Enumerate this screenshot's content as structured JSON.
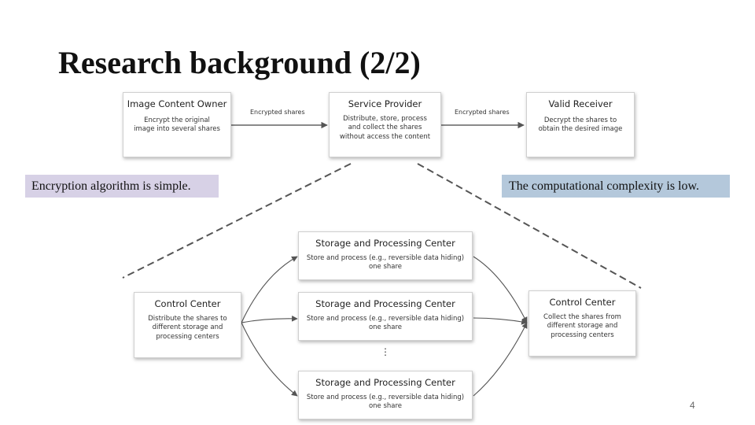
{
  "title": "Research background (2/2)",
  "top_flow": {
    "owner": {
      "title": "Image Content Owner",
      "desc": [
        "Encrypt the original",
        "image into several shares"
      ]
    },
    "provider": {
      "title": "Service Provider",
      "desc": [
        "Distribute, store, process",
        "and collect the shares",
        "without access the content"
      ]
    },
    "receiver": {
      "title": "Valid Receiver",
      "desc": [
        "Decrypt the shares to",
        "obtain the desired image"
      ]
    },
    "edge_label_1": "Encrypted shares",
    "edge_label_2": "Encrypted shares"
  },
  "notes": {
    "left": "Encryption algorithm is simple.",
    "right": "The computational complexity is low."
  },
  "detail": {
    "control_left": {
      "title": "Control Center",
      "desc": [
        "Distribute the shares to",
        "different storage and",
        "processing centers"
      ]
    },
    "control_right": {
      "title": "Control Center",
      "desc": [
        "Collect the shares from",
        "different storage and",
        "processing centers"
      ]
    },
    "centers": [
      {
        "title": "Storage and Processing Center",
        "desc": [
          "Store and process (e.g., reversible data hiding)",
          "one share"
        ]
      },
      {
        "title": "Storage and Processing Center",
        "desc": [
          "Store and process (e.g., reversible data hiding)",
          "one share"
        ]
      },
      {
        "title": "Storage and Processing Center",
        "desc": [
          "Store and process (e.g., reversible data hiding)",
          "one share"
        ]
      }
    ],
    "ellipsis": "⋮"
  },
  "page_number": "4"
}
